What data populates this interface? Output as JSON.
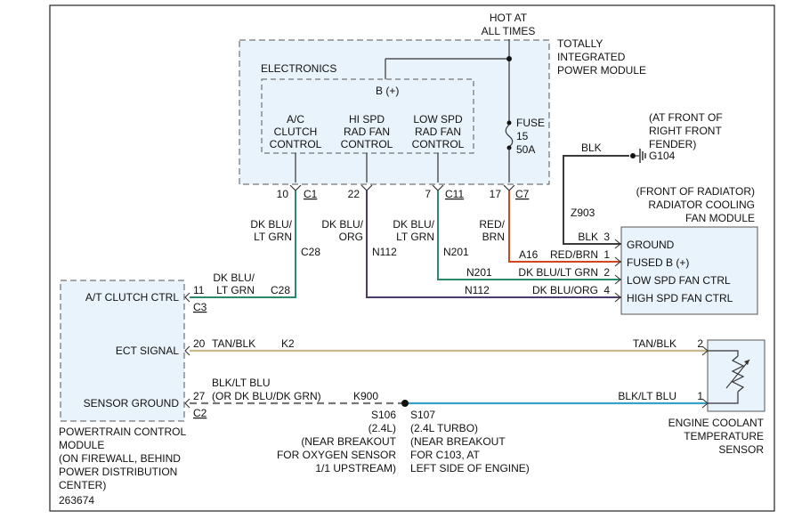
{
  "diagram_id": "263674",
  "hot": [
    "HOT AT",
    "ALL TIMES"
  ],
  "tipm": {
    "title": [
      "TOTALLY",
      "INTEGRATED",
      "POWER MODULE"
    ],
    "electronics": "ELECTRONICS",
    "b_plus": "B (+)",
    "ac_control": [
      "A/C",
      "CLUTCH",
      "CONTROL"
    ],
    "hi_control": [
      "HI SPD",
      "RAD FAN",
      "CONTROL"
    ],
    "low_control": [
      "LOW SPD",
      "RAD FAN",
      "CONTROL"
    ],
    "fuse": [
      "FUSE",
      "15",
      "50A"
    ]
  },
  "connectors": {
    "ac": {
      "pin": "10",
      "conn": "C1"
    },
    "hi": {
      "pin": "22",
      "conn": ""
    },
    "low": {
      "pin": "7",
      "conn": "C11"
    },
    "fuse": {
      "pin": "17",
      "conn": "C7"
    }
  },
  "ground": {
    "location": [
      "(AT FRONT OF",
      "RIGHT FRONT",
      "FENDER)"
    ],
    "wire_color": "BLK",
    "name": "G104",
    "circuit": "Z903"
  },
  "fan_module": {
    "location": "(FRONT OF RADIATOR)",
    "name": [
      "RADIATOR COOLING",
      "FAN MODULE"
    ],
    "pins": [
      {
        "label": "GROUND",
        "pin": "3",
        "wire": "BLK",
        "circuit": ""
      },
      {
        "label": "FUSED B (+)",
        "pin": "1",
        "wire": "RED/BRN",
        "circuit": "A16"
      },
      {
        "label": "LOW SPD FAN CTRL",
        "pin": "2",
        "wire": "DK BLU/LT GRN",
        "circuit": "N201"
      },
      {
        "label": "HIGH SPD FAN CTRL",
        "pin": "4",
        "wire": "DK BLU/ORG",
        "circuit": "N112"
      }
    ]
  },
  "wires": {
    "ac_color": [
      "DK BLU/",
      "LT GRN"
    ],
    "ac_circuit": "C28",
    "hi_color": [
      "DK BLU/",
      "ORG"
    ],
    "hi_circuit": "N112",
    "low_color": [
      "DK BLU/",
      "LT GRN"
    ],
    "low_circuit": "N201",
    "fuse_color": [
      "RED/",
      "BRN"
    ],
    "pcm_ac_color": [
      "DK BLU/",
      "LT GRN"
    ],
    "pcm_ac_circuit": "C28",
    "ect_color_left": "TAN/BLK",
    "ect_circuit": "K2",
    "ect_color_right": "TAN/BLK",
    "ect_pin_right": "2",
    "sg_color_left": [
      "BLK/LT BLU",
      "(OR DK BLU/DK GRN)"
    ],
    "sg_circuit": "K900",
    "sg_color_right": "BLK/LT BLU",
    "sg_pin_right": "1"
  },
  "pcm": {
    "pins": [
      {
        "label": "A/T CLUTCH CTRL",
        "pin": "11",
        "conn": "C3"
      },
      {
        "label": "ECT SIGNAL",
        "pin": "20",
        "conn": ""
      },
      {
        "label": "SENSOR GROUND",
        "pin": "27",
        "conn": "C2"
      }
    ],
    "name": [
      "POWERTRAIN CONTROL",
      "MODULE",
      "(ON FIREWALL, BEHIND",
      "POWER DISTRIBUTION",
      "CENTER)"
    ]
  },
  "splices": {
    "s106": [
      "S106",
      "(2.4L)",
      "(NEAR BREAKOUT",
      "FOR OXYGEN SENSOR",
      "1/1 UPSTREAM)"
    ],
    "s107": [
      "S107",
      "(2.4L TURBO)",
      "(NEAR BREAKOUT",
      "FOR C103, AT",
      "LEFT SIDE OF ENGINE)"
    ]
  },
  "ect_sensor": [
    "ENGINE COOLANT",
    "TEMPERATURE",
    "SENSOR"
  ],
  "colors": {
    "module_fill": "#e9f3fb",
    "dk_blu_lt_grn": "#2a8a6e",
    "dk_blu_org": "#4b3a6b",
    "red_brn": "#d0471f",
    "blk": "#3a3a3a",
    "tan_blk": "#c9b98a",
    "blk_lt_blu": "#3aa0c8",
    "gray_dashed": "#777777"
  }
}
